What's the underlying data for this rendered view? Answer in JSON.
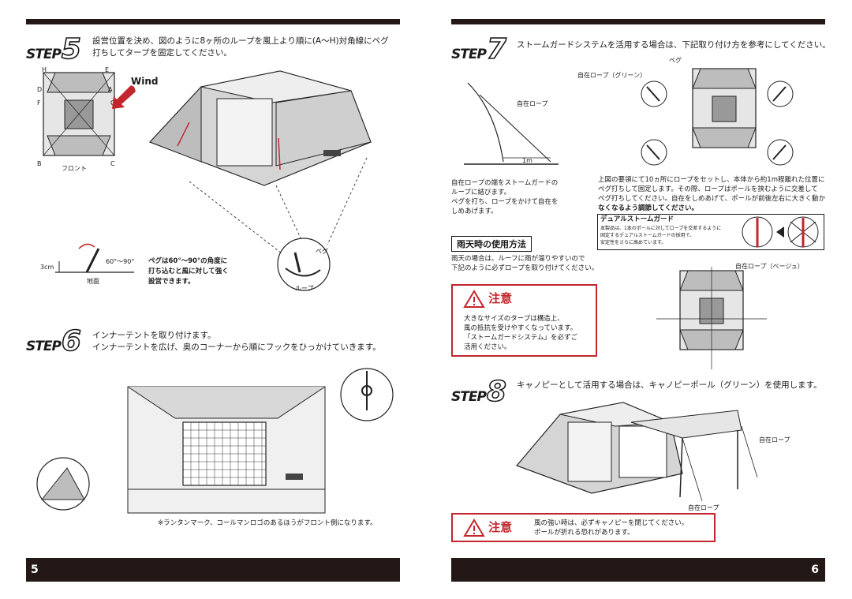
{
  "left": {
    "page_no": "5",
    "step5": {
      "word": "STEP",
      "num": "5",
      "line1": "設営位置を決め、図のように8ヶ所のループを風上より順に(A〜H)対角線にペグ",
      "line2": "打ちしてタープを固定してください。",
      "wind": "Wind",
      "front": "フロント",
      "letters": [
        "H",
        "E",
        "D",
        "A",
        "F",
        "G",
        "B",
        "C"
      ],
      "peg_label": "ペグ",
      "loop_label": "ループ",
      "h3cm": "3cm",
      "ground": "地面",
      "angle": "60°〜90°",
      "note1": "ペグは60°〜90°の角度に",
      "note2": "打ち込むと風に対して強く",
      "note3": "設営できます。"
    },
    "step6": {
      "word": "STEP",
      "num": "6",
      "line1": "インナーテントを取り付けます。",
      "line2": "インナーテントを広げ、奥のコーナーから順にフックをひっかけていきます。",
      "footnote": "※ランタンマーク、コールマンロゴのあるほうがフロント側になります。"
    }
  },
  "right": {
    "page_no": "6",
    "step7": {
      "word": "STEP",
      "num": "7",
      "line1": "ストームガードシステムを活用する場合は、下記取り付け方を参考にしてください。",
      "rope_label": "自在ロープ",
      "dist": "1m",
      "green_rope": "自在ロープ（グリーン）",
      "peg": "ペグ",
      "left_note1": "自在ロープの端をストームガードの",
      "left_note2": "ループに結びます。",
      "left_note3": "ペグを打ち、ロープをかけて自在を",
      "left_note4": "しめあげます。",
      "main1": "上図の要領にて10ヵ所にロープをセットし、本体から約1m程離れた位置に",
      "main2": "ペグ打ちして固定します。その際、ロープはポールを挟むように交差して",
      "main3": "ペグ打ちしてください。自在をしめあげて、ポールが前後左右に大きく動か",
      "main4": "なくなるよう調節してください。",
      "dual_title": "デュアルストームガード",
      "dual1": "本製品は、1本のポールに対してロープを交差するように",
      "dual2": "固定するデュアルストームガードの採用で、",
      "dual3": "安定性をさらに高めています。"
    },
    "rain": {
      "title": "雨天時の使用方法",
      "line1": "雨天の場合は、ルーフに雨が溜りやすいので",
      "line2": "下記のように必ずロープを取り付けてください。",
      "beige": "自在ロープ（ベージュ）"
    },
    "warn1": {
      "head": "注意",
      "l1": "大きなサイズのタープは構造上、",
      "l2": "風の抵抗を受けやすくなっています。",
      "l3": "「ストームガードシステム」を必ずご",
      "l4": "活用ください。"
    },
    "step8": {
      "word": "STEP",
      "num": "8",
      "line1": "キャノピーとして活用する場合は、キャノピーポール（グリーン）を使用します。",
      "rope1": "自在ロープ",
      "rope2": "自在ロープ"
    },
    "warn2": {
      "head": "注意",
      "l1": "風の強い時は、必ずキャノピーを閉じてください。",
      "l2": "ポールが折れる恐れがあります。"
    }
  },
  "colors": {
    "warn": "#c1272d",
    "dark": "#231815",
    "tent_gray": "#bdbdbd",
    "arrow": "#c1272d"
  }
}
